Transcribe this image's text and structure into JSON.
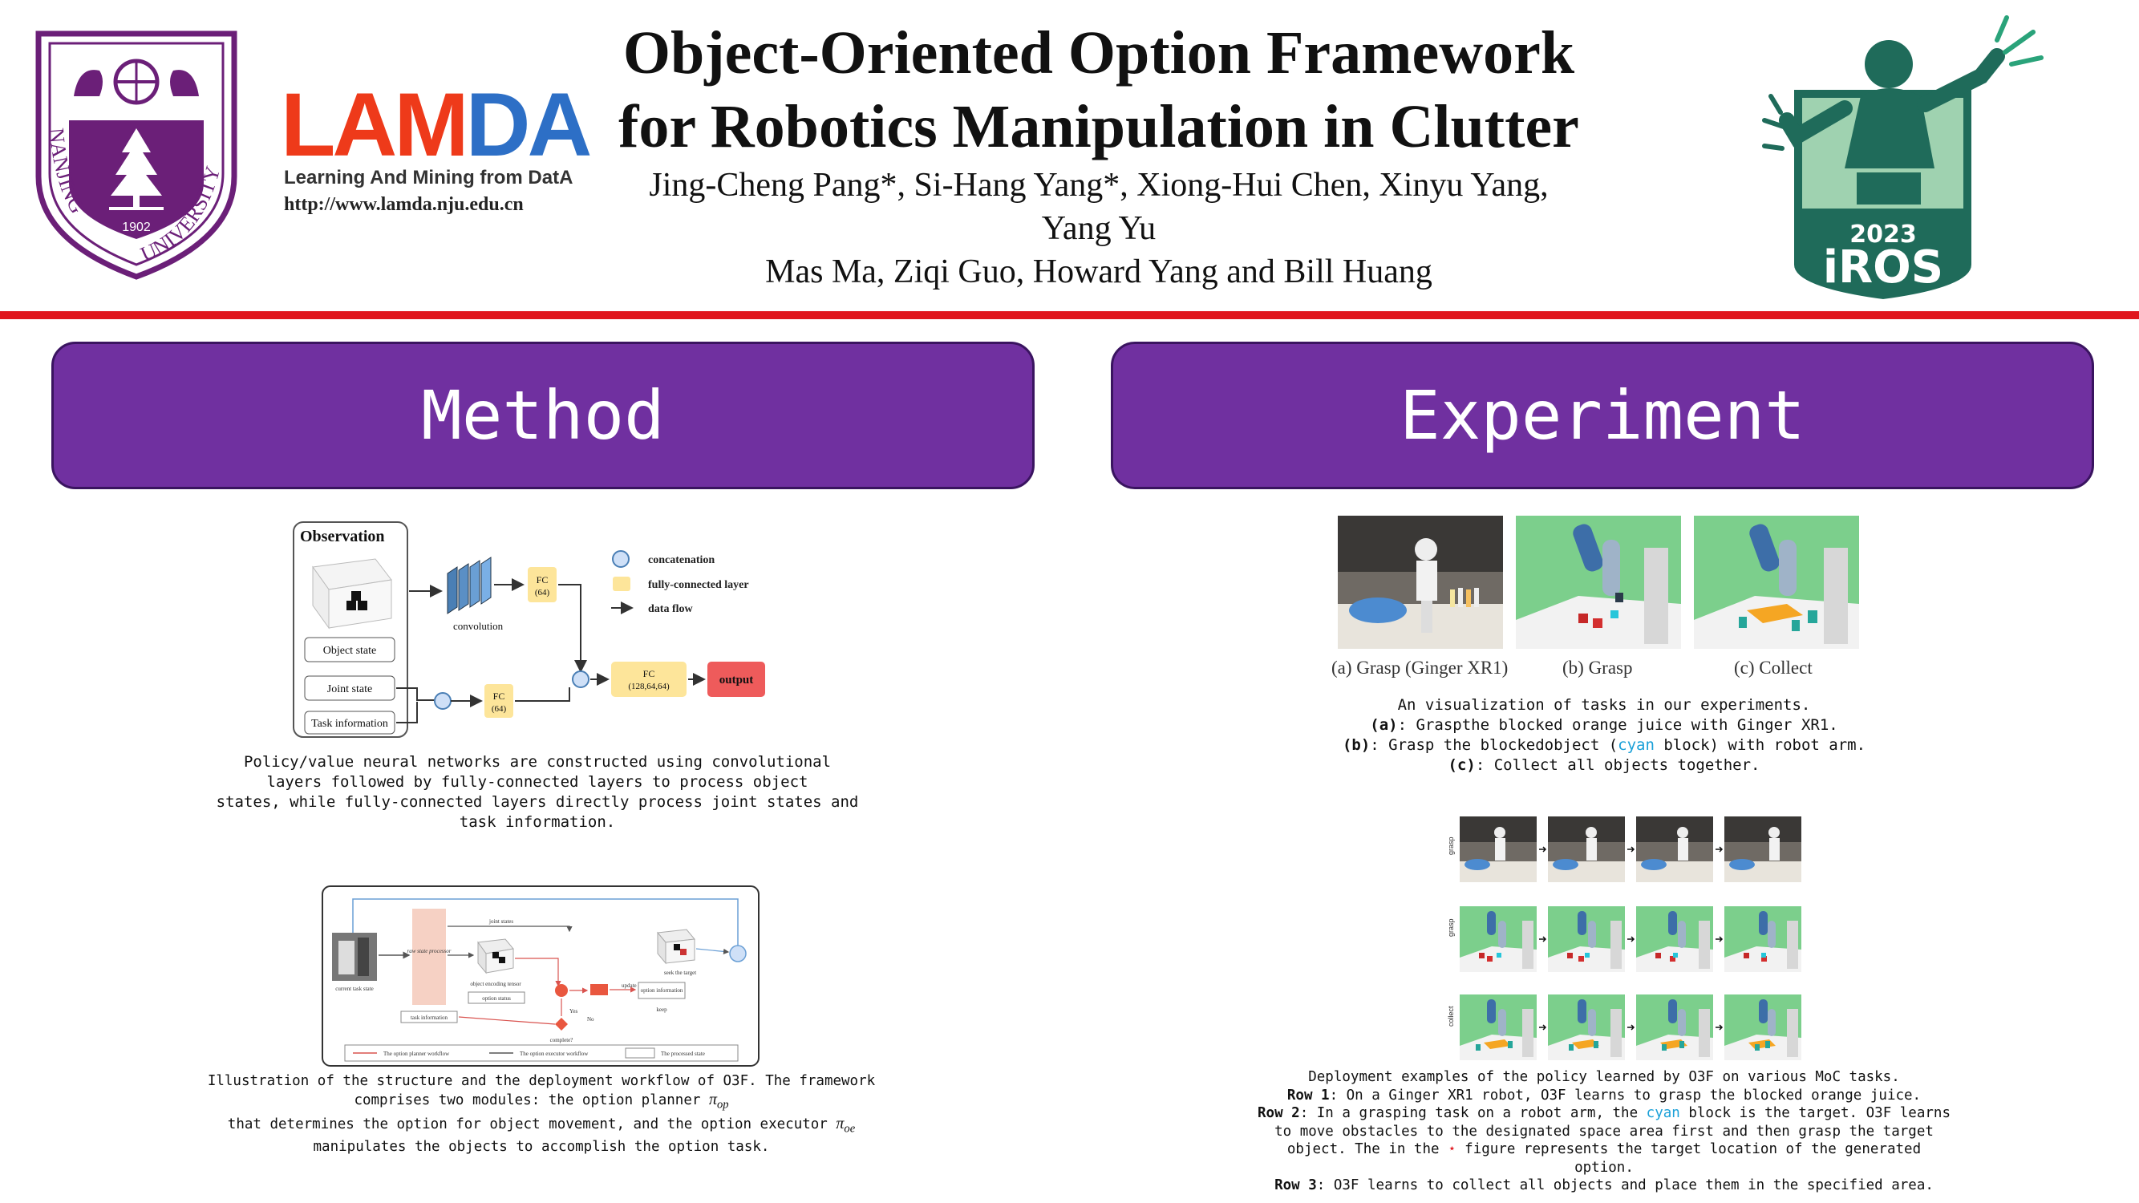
{
  "header": {
    "title_line1": "Object-Oriented Option Framework",
    "title_line2": "for Robotics Manipulation in Clutter",
    "authors_line1": "Jing-Cheng Pang*, Si-Hang Yang*, Xiong-Hui Chen, Xinyu Yang,",
    "authors_line2": "Yang Yu",
    "authors_line3": "Mas Ma, Ziqi Guo, Howard Yang and Bill Huang"
  },
  "logos": {
    "nju_name_left": "NANJING",
    "nju_name_right": "UNIVERSITY",
    "nju_year": "1902",
    "lamda_word": "LAMDA",
    "lamda_tagline": "Learning And Mining from DatA",
    "lamda_url": "http://www.lamda.nju.edu.cn",
    "iros_year": "2023",
    "iros_name": "iROS"
  },
  "colors": {
    "banner_purple": "#7030a0",
    "rule_red": "#e0161d",
    "fc_yellow": "#fde59a",
    "output_red": "#ee5b5b",
    "cyan_text": "#1aa0d8"
  },
  "sections": {
    "method": "Method",
    "experiment": "Experiment"
  },
  "network_figure": {
    "observation": "Observation",
    "object_state": "Object state",
    "joint_state": "Joint state",
    "task_information": "Task information",
    "convolution": "convolution",
    "fc_top": "FC",
    "fc_top_size": "(64)",
    "fc_bottom": "FC",
    "fc_bottom_size": "(64)",
    "fc_main": "FC",
    "fc_main_size": "(128,64,64)",
    "output": "output",
    "legend_concat": "concatenation",
    "legend_fc": "fully-connected layer",
    "legend_flow": "data flow"
  },
  "network_caption": [
    "Policy/value neural networks are constructed using convolutional",
    "layers followed by fully-connected layers to process object",
    "states, while fully-connected layers directly process joint states and",
    "task information."
  ],
  "workflow_figure": {
    "current_task_state": "current task state",
    "raw_state_processor": "raw state processor",
    "joint_states": "joint states",
    "object_encoding_tensor": "object encoding tensor",
    "option_status": "option status",
    "task_information": "task information",
    "complete": "complete?",
    "yes": "Yes",
    "no": "No",
    "update": "update",
    "option_information": "option information",
    "keep": "keep",
    "seek_target": "seek the target",
    "legend_planner": "The option planner workflow",
    "legend_executor": "The option executor workflow",
    "legend_processed": "The processed state"
  },
  "workflow_caption": {
    "line1": "Illustration of the structure and the deployment workflow of O3F. The framework",
    "line2": "comprises two modules: the option planner ",
    "line2_sym": "π",
    "line2_sub": "op",
    "line3": "that determines the option for object movement, and the option executor ",
    "line3_sym": "π",
    "line3_sub": "oe",
    "line4": "manipulates the objects to accomplish the option task."
  },
  "task_photos": {
    "cap_a": "(a) Grasp (Ginger XR1)",
    "cap_b": "(b) Grasp",
    "cap_c": "(c) Collect"
  },
  "task_caption": {
    "intro": "An visualization of tasks in our experiments.",
    "a_label": "(a)",
    "a_text": ": Graspthe blocked orange juice with Ginger XR1.",
    "b_label": "(b)",
    "b_text1": ": Grasp the blockedobject (",
    "b_cyan": "cyan",
    "b_text2": " block) with robot arm.",
    "c_label": "(c)",
    "c_text": ": Collect all objects together."
  },
  "deploy_figure": {
    "row1": "grasp",
    "row2": "grasp",
    "row3": "collect"
  },
  "deploy_caption": {
    "intro": "Deployment examples of the policy learned by O3F on various MoC tasks.",
    "row1_label": "Row 1",
    "row1_text": ": On a Ginger XR1 robot, O3F learns to grasp the blocked orange juice.",
    "row2_label": "Row 2",
    "row2_text1": ": In a grasping task on a robot arm, the ",
    "row2_cyan": "cyan",
    "row2_text2": " block is the target. O3F learns",
    "row2_line2": "to move obstacles to the designated space area first and then grasp the target",
    "row2_line3a": "object. The  in the ",
    "row2_star": "⋆",
    "row2_line3b": " figure represents the target location of the generated",
    "row2_line4": "option.",
    "row3_label": "Row 3",
    "row3_text": ": O3F learns to collect all objects and place them in the specified area."
  }
}
